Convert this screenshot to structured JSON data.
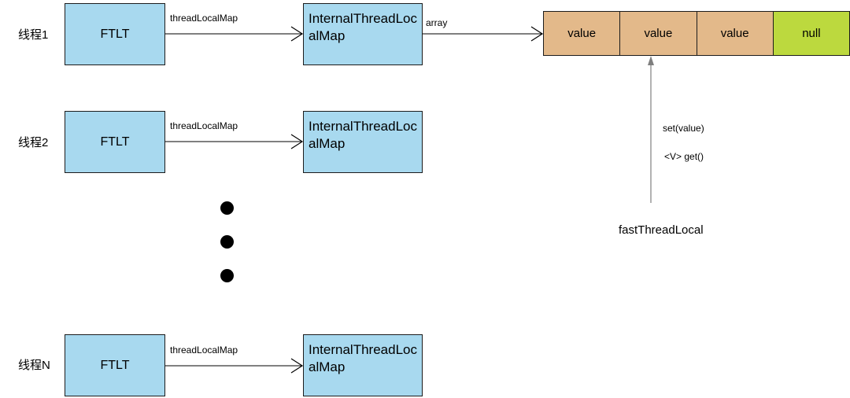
{
  "threads": [
    {
      "label": "线程1",
      "ftlt_label": "FTLT",
      "edge_label": "threadLocalMap",
      "map_label": "InternalThreadLocalMap"
    },
    {
      "label": "线程2",
      "ftlt_label": "FTLT",
      "edge_label": "threadLocalMap",
      "map_label": "InternalThreadLocalMap"
    },
    {
      "label": "线程N",
      "ftlt_label": "FTLT",
      "edge_label": "threadLocalMap",
      "map_label": "InternalThreadLocalMap"
    }
  ],
  "array_edge_label": "array",
  "array_cells": [
    {
      "text": "value",
      "kind": "value"
    },
    {
      "text": "value",
      "kind": "value"
    },
    {
      "text": "value",
      "kind": "value"
    },
    {
      "text": "null",
      "kind": "null"
    }
  ],
  "operations": {
    "set": "set(value)",
    "get": "<V> get()"
  },
  "fast_thread_local_label": "fastThreadLocal",
  "colors": {
    "box_fill": "#a8d9ef",
    "value_fill": "#e3b98a",
    "null_fill": "#bcd93e",
    "fast_thread_local_arrow": "#7f7f7f"
  }
}
